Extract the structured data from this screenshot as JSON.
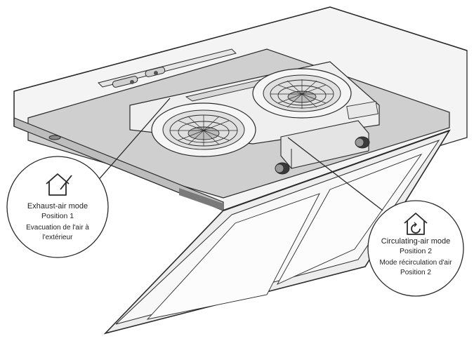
{
  "callouts": {
    "exhaust": {
      "icon": "exhaust-house-icon",
      "title": "Exhaust-air mode",
      "position": "Position 1",
      "french_line1": "Evacuation de l'air à",
      "french_line2": "l'extérieur"
    },
    "circulating": {
      "icon": "circulating-house-icon",
      "title": "Circulating-air mode",
      "position": "Position 2",
      "french_line1": "Mode récirculation d'air",
      "french_line2": "Position 2"
    }
  },
  "colors": {
    "line": "#2a2a2a",
    "hood_face": "#dcdcdc",
    "hood_top": "#f2f2f2",
    "underside": "#c9c9c9",
    "panel": "#ebebeb",
    "callout_fill": "#ffffff"
  }
}
